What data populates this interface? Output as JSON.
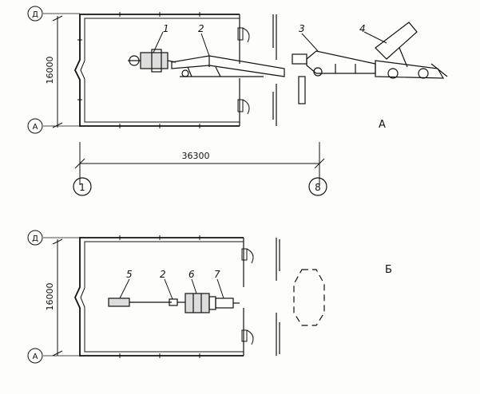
{
  "plan_a": {
    "view_label": "А",
    "axis_top": "Д",
    "axis_bottom": "А",
    "span_width": "16000",
    "span_length": "36300",
    "grid_left": "1",
    "grid_right": "8",
    "callouts": [
      "1",
      "2",
      "3",
      "4"
    ]
  },
  "plan_b": {
    "view_label": "Б",
    "axis_top": "Д",
    "axis_bottom": "А",
    "span_width": "16000",
    "callouts": [
      "5",
      "2",
      "6",
      "7"
    ]
  },
  "colors": {
    "ink": "#111111",
    "paper": "#fdfdfb"
  }
}
